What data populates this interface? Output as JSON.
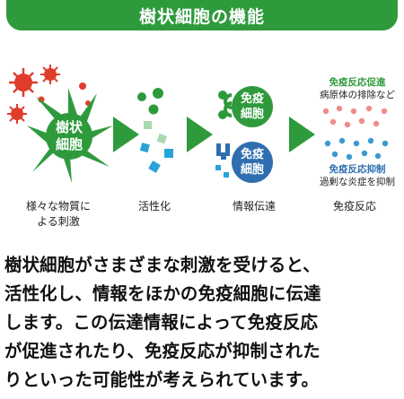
{
  "header": {
    "title": "樹状細胞の機能"
  },
  "cells": {
    "dendritic_line1": "樹状",
    "dendritic_line2": "細胞",
    "immune_line1": "免疫",
    "immune_line2": "細胞"
  },
  "stages": [
    {
      "label_line1": "様々な物質に",
      "label_line2": "よる刺激"
    },
    {
      "label_line1": "活性化"
    },
    {
      "label_line1": "情報伝達"
    },
    {
      "label_line1": "免疫反応"
    }
  ],
  "response": {
    "promote_title": "免疫反応促進",
    "promote_sub": "病原体の排除など",
    "suppress_title": "免疫反応抑制",
    "suppress_sub": "過剰な炎症を抑制"
  },
  "colors": {
    "green": "#2e9a3c",
    "red": "#e03c2c",
    "blue": "#2f6fb0",
    "promote_pink": "#f08c8c",
    "suppress_blue": "#3a9ad0"
  },
  "description": "樹状細胞がさまざまな刺激を受けると、\n活性化し、情報をほかの免疫細胞に伝達\nします。この伝達情報によって免疫反応\nが促進されたり、免疫反応が抑制された\nりといった可能性が考えられています。"
}
